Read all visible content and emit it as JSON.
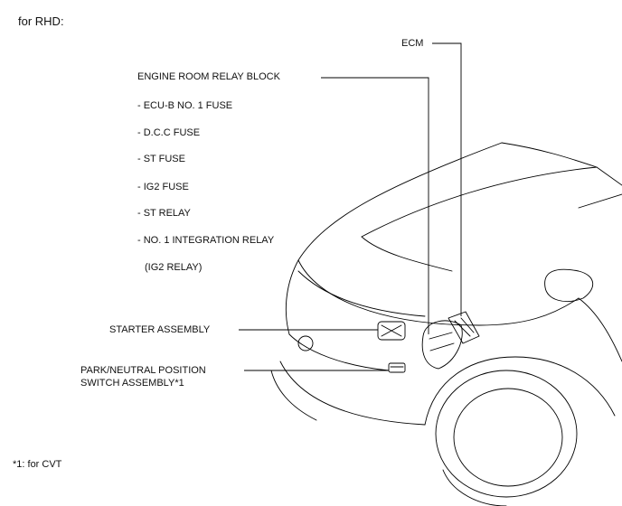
{
  "header": {
    "variant": "for RHD:"
  },
  "callouts": {
    "ecm": "ECM",
    "relay_block": "ENGINE ROOM RELAY BLOCK",
    "relay_items": [
      "- ECU-B NO. 1 FUSE",
      "- D.C.C FUSE",
      "- ST FUSE",
      "- IG2 FUSE",
      "- ST RELAY",
      "- NO. 1 INTEGRATION RELAY",
      "(IG2 RELAY)"
    ],
    "starter": "STARTER ASSEMBLY",
    "park_neutral_line1": "PARK/NEUTRAL POSITION",
    "park_neutral_line2": "SWITCH ASSEMBLY*1"
  },
  "footnote": "*1: for CVT",
  "colors": {
    "line": "#000000",
    "text": "#111111"
  }
}
